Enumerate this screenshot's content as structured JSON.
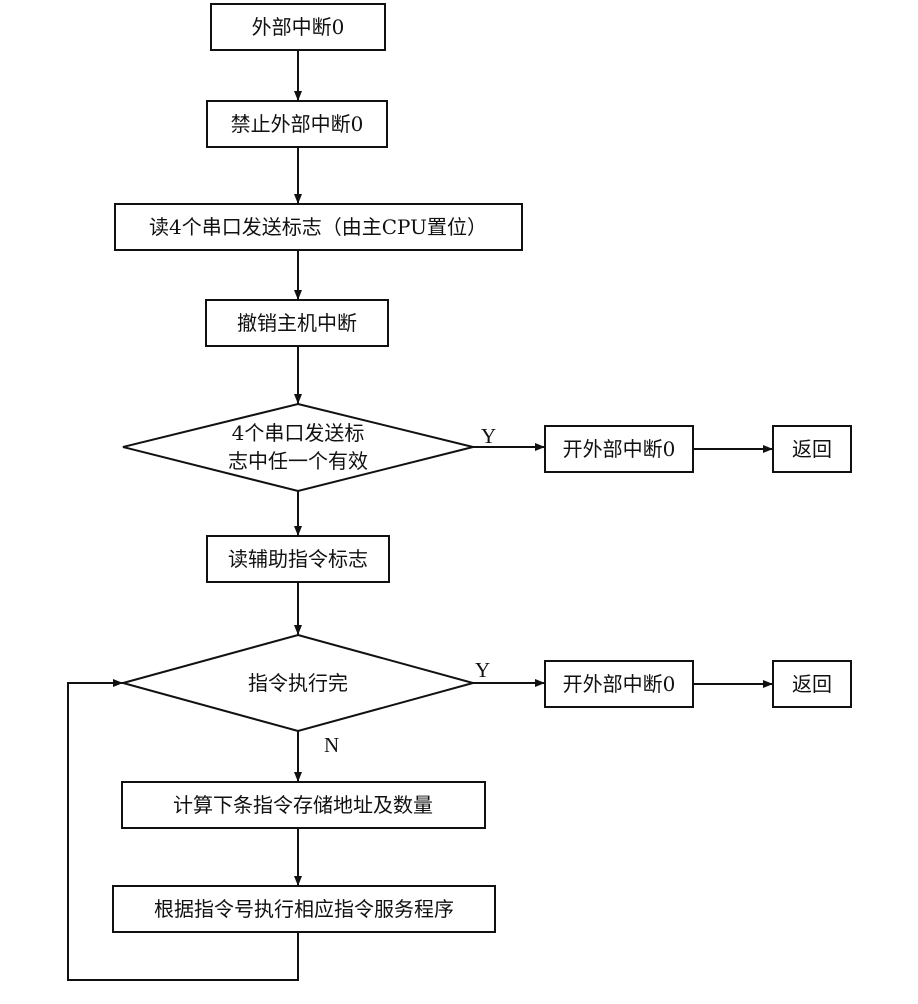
{
  "diagram": {
    "colors": {
      "stroke": "#111111",
      "fill": "#ffffff",
      "text": "#111111"
    },
    "nodes": {
      "start": "外部中断0",
      "disable_int": "禁止外部中断0",
      "read_flags": "读4个串口发送标志（由主CPU置位）",
      "cancel_host_int": "撤销主机中断",
      "decision1_line1": "4个串口发送标",
      "decision1_line2": "志中任一个有效",
      "enable_int_1": "开外部中断0",
      "return_1": "返回",
      "read_aux": "读辅助指令标志",
      "decision2": "指令执行完",
      "enable_int_2": "开外部中断0",
      "return_2": "返回",
      "compute_next": "计算下条指令存储地址及数量",
      "execute_service": "根据指令号执行相应指令服务程序"
    },
    "labels": {
      "yes_1": "Y",
      "yes_2": "Y",
      "no_2": "N"
    }
  }
}
